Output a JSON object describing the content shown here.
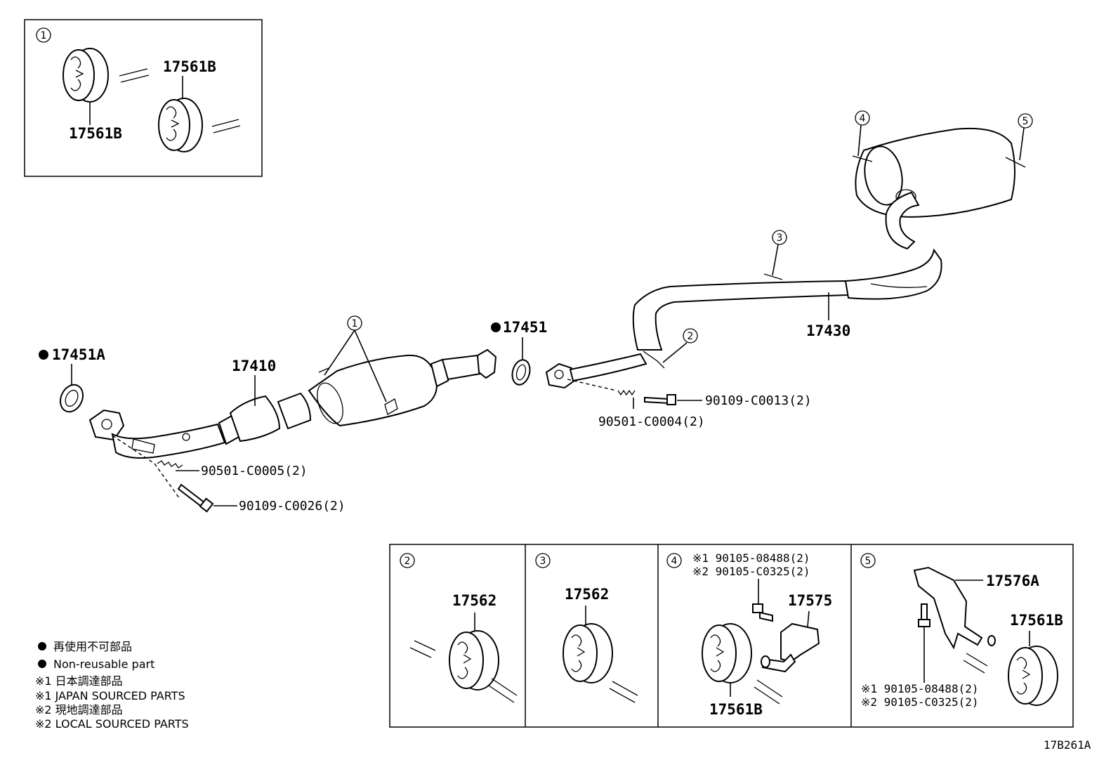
{
  "diagram_id": "17B261A",
  "callouts": {
    "c1": "1",
    "c2": "2",
    "c3": "3",
    "c4": "4",
    "c5": "5"
  },
  "parts": {
    "inset1_top": "17561B",
    "inset1_bottom": "17561B",
    "gasket_front": "17451A",
    "gasket_mid": "17451",
    "front_pipe": "17410",
    "tail_pipe": "17430",
    "spring_front": "90501-C0005(2)",
    "bolt_front": "90109-C0026(2)",
    "spring_mid": "90501-C0004(2)",
    "bolt_mid": "90109-C0013(2)"
  },
  "panels": {
    "p2_part": "17562",
    "p3_part": "17562",
    "p4_note1": "※1 90105-08488(2)",
    "p4_note2": "※2 90105-C0325(2)",
    "p4_bracket": "17575",
    "p4_insulator": "17561B",
    "p5_bracket": "17576A",
    "p5_insulator": "17561B",
    "p5_note1": "※1 90105-08488(2)",
    "p5_note2": "※2 90105-C0325(2)"
  },
  "legend": {
    "line1": "再使用不可部品",
    "line2": "Non-reusable part",
    "line3": "※1  日本調達部品",
    "line4": "※1  JAPAN SOURCED PARTS",
    "line5": "※2  現地調達部品",
    "line6": "※2  LOCAL SOURCED PARTS"
  }
}
